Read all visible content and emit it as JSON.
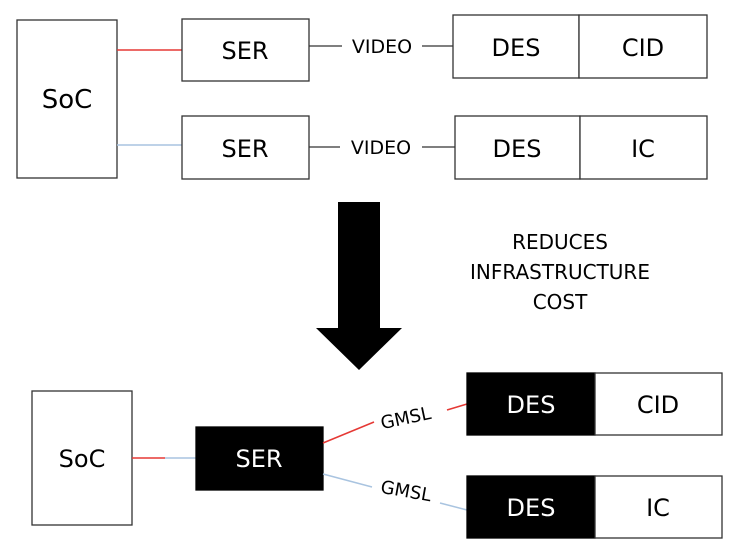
{
  "before": {
    "soc": "SoC",
    "ser_top": "SER",
    "ser_bottom": "SER",
    "link_top": "VIDEO",
    "link_bottom": "VIDEO",
    "des_top": "DES",
    "des_bottom": "DES",
    "sink_top": "CID",
    "sink_bottom": "IC"
  },
  "arrow_caption": {
    "line1": "REDUCES",
    "line2": "INFRASTRUCTURE",
    "line3": "COST"
  },
  "after": {
    "soc": "SoC",
    "ser": "SER",
    "link_top": "GMSL",
    "link_bottom": "GMSL",
    "des_top": "DES",
    "des_bottom": "DES",
    "sink_top": "CID",
    "sink_bottom": "IC"
  },
  "colors": {
    "red_link": "#e53935",
    "blue_link": "#a9c4e0"
  }
}
